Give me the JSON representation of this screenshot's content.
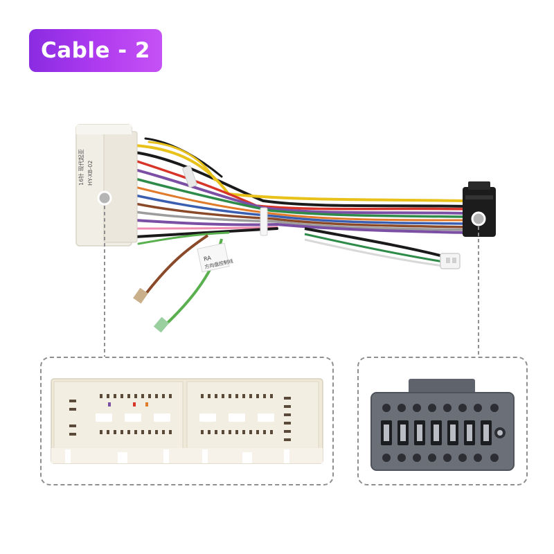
{
  "badge": {
    "label": "Cable - 2",
    "gradient_start": "#8a2be2",
    "gradient_end": "#c552f5"
  },
  "harness": {
    "female_label_line1": "16针 现代起亚",
    "female_label_line2": "HY-XB-02",
    "tag_text_1": "RA",
    "tag_text_2": "方向盘控制线"
  },
  "colors": {
    "connector_white": "#f1eee6",
    "connector_black": "#1c1c1c",
    "iso_gray": "#6b6f78",
    "dashed_border": "#8f8f8f",
    "marker_gray": "#b5b5b5",
    "wires": [
      "#1a1a1a",
      "#e8c21a",
      "#d8352a",
      "#7b4fa3",
      "#2e8b4a",
      "#e07b2c",
      "#3a5fb0",
      "#8a4a2a",
      "#9c9c9c",
      "#f4f4f4",
      "#f08cb0",
      "#5ab04f"
    ]
  },
  "icons": [
    "connector-white-female",
    "connector-black-iso",
    "wire-bundle",
    "marker-dot"
  ]
}
